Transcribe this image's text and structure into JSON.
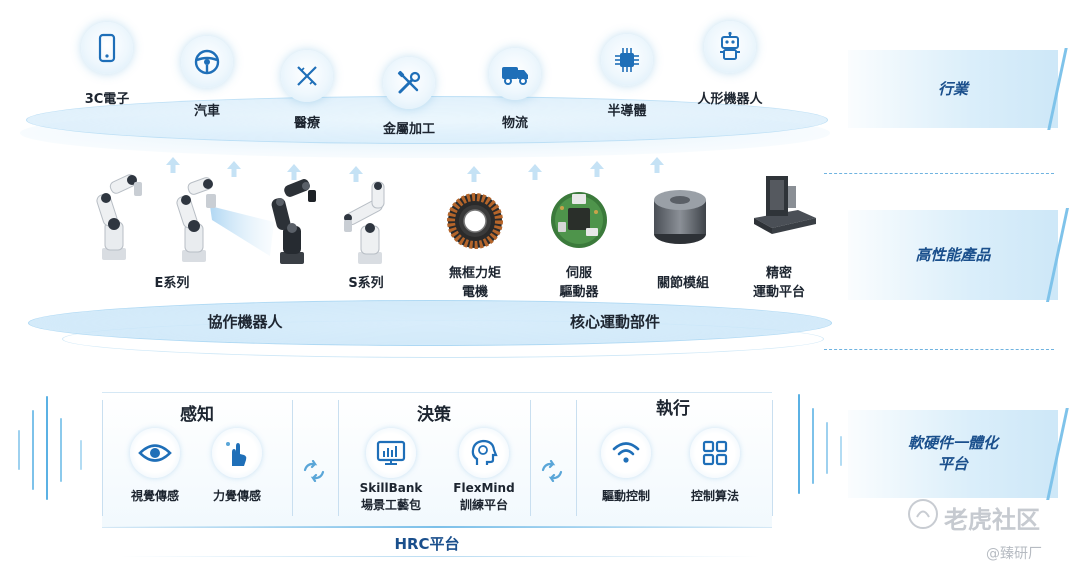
{
  "industries": {
    "panel_label": "行業",
    "items": [
      {
        "label": "3C電子",
        "icon": "smartphone-icon"
      },
      {
        "label": "汽車",
        "icon": "steering-wheel-icon"
      },
      {
        "label": "醫療",
        "icon": "dna-icon"
      },
      {
        "label": "金屬加工",
        "icon": "tools-icon"
      },
      {
        "label": "物流",
        "icon": "delivery-truck-icon"
      },
      {
        "label": "半導體",
        "icon": "chip-icon"
      },
      {
        "label": "人形機器人",
        "icon": "robot-icon"
      }
    ]
  },
  "products": {
    "panel_label": "高性能產品",
    "items": [
      {
        "label": "E系列",
        "icon": "collaborative-robot-arm"
      },
      {
        "label": "S系列",
        "icon": "robot-arm-black"
      },
      {
        "label": "無框力矩\n電機",
        "icon": "frameless-torque-motor"
      },
      {
        "label": "伺服\n驅動器",
        "icon": "servo-driver"
      },
      {
        "label": "關節模組",
        "icon": "joint-module"
      },
      {
        "label": "精密\n運動平台",
        "icon": "precision-motion-stage"
      }
    ],
    "group_labels": {
      "left": "協作機器人",
      "right": "核心運動部件"
    }
  },
  "platform": {
    "panel_label": "軟硬件一體化\n平台",
    "sections": [
      {
        "title": "感知",
        "items": [
          {
            "label": "視覺傳感",
            "icon": "eye-icon"
          },
          {
            "label": "力覺傳感",
            "icon": "touch-hand-icon"
          }
        ]
      },
      {
        "title": "決策",
        "items": [
          {
            "label": "SkillBank\n場景工藝包",
            "icon": "monitor-chart-icon"
          },
          {
            "label": "FlexMind\n訓練平台",
            "icon": "brain-head-icon"
          }
        ]
      },
      {
        "title": "執行",
        "items": [
          {
            "label": "驅動控制",
            "icon": "wireless-signal-icon"
          },
          {
            "label": "控制算法",
            "icon": "grid-apps-icon"
          }
        ]
      }
    ],
    "footer": "HRC平台"
  },
  "watermark": {
    "main": "老虎社区",
    "sub": "@臻研厂"
  },
  "colors": {
    "accent": "#1a4f8c",
    "light_blue": "#cde8f8",
    "text": "#1d2530"
  }
}
